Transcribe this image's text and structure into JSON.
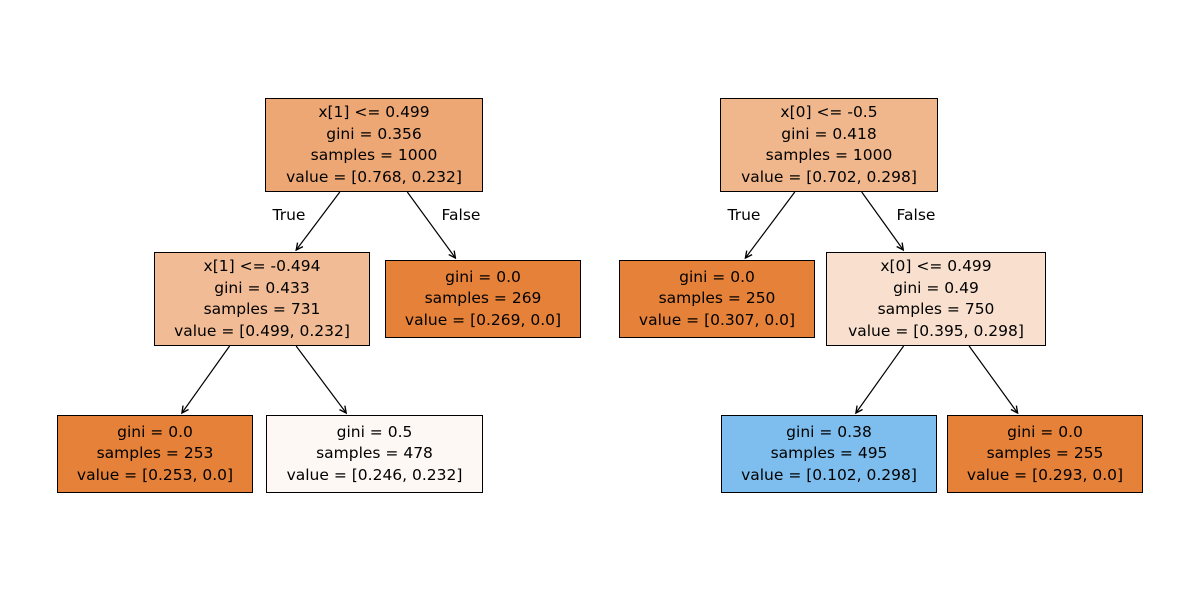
{
  "figure": {
    "background": "#ffffff",
    "text_color": "#000000",
    "node_border_color": "#000000",
    "arrow_color": "#000000",
    "class0_color": "#e58139",
    "class1_color": "#399de5"
  },
  "trees": [
    {
      "id": "left-tree",
      "edge_labels": {
        "true_label": "True",
        "false_label": "False"
      },
      "nodes": [
        {
          "role": "root",
          "condition": "x[1] <= 0.499",
          "gini": "gini = 0.356",
          "samples": "samples = 1000",
          "value": "value = [0.768, 0.232]",
          "fill": "#eda775"
        },
        {
          "role": "internal",
          "condition": "x[1] <= -0.494",
          "gini": "gini = 0.433",
          "samples": "samples = 731",
          "value": "value = [0.499, 0.232]",
          "fill": "#f1bc95"
        },
        {
          "role": "leaf",
          "gini": "gini = 0.0",
          "samples": "samples = 269",
          "value": "value = [0.269, 0.0]",
          "fill": "#e58139"
        },
        {
          "role": "leaf",
          "gini": "gini = 0.0",
          "samples": "samples = 253",
          "value": "value = [0.253, 0.0]",
          "fill": "#e58139"
        },
        {
          "role": "leaf",
          "gini": "gini = 0.5",
          "samples": "samples = 478",
          "value": "value = [0.246, 0.232]",
          "fill": "#fdf8f4"
        }
      ]
    },
    {
      "id": "right-tree",
      "edge_labels": {
        "true_label": "True",
        "false_label": "False"
      },
      "nodes": [
        {
          "role": "root",
          "condition": "x[0] <= -0.5",
          "gini": "gini = 0.418",
          "samples": "samples = 1000",
          "value": "value = [0.702, 0.298]",
          "fill": "#f0b78d"
        },
        {
          "role": "leaf",
          "gini": "gini = 0.0",
          "samples": "samples = 250",
          "value": "value = [0.307, 0.0]",
          "fill": "#e58139"
        },
        {
          "role": "internal",
          "condition": "x[0] <= 0.499",
          "gini": "gini = 0.49",
          "samples": "samples = 750",
          "value": "value = [0.395, 0.298]",
          "fill": "#f9e0ce"
        },
        {
          "role": "leaf",
          "gini": "gini = 0.38",
          "samples": "samples = 495",
          "value": "value = [0.102, 0.298]",
          "fill": "#7dbeee"
        },
        {
          "role": "leaf",
          "gini": "gini = 0.0",
          "samples": "samples = 255",
          "value": "value = [0.293, 0.0]",
          "fill": "#e58139"
        }
      ]
    }
  ]
}
